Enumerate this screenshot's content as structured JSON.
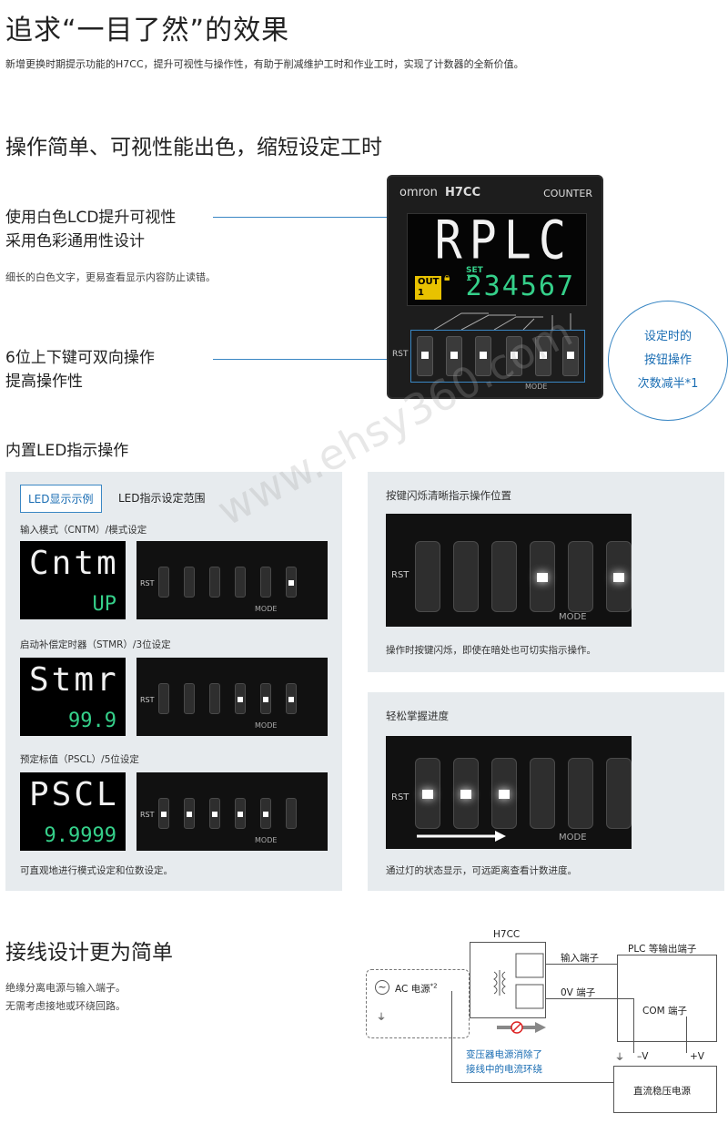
{
  "header": {
    "title": "追求“一目了然”的效果",
    "intro": "新增更换时期提示功能的H7CC，提升可视性与操作性，有助于削减维护工时和作业工时，实现了计数器的全新价值。"
  },
  "section1": {
    "title": "操作简单、可视性能出色，缩短设定工时",
    "feature1_line1": "使用白色LCD提升可视性",
    "feature1_line2": "采用色彩通用性设计",
    "feature1_note": "细长的白色文字，更易查看显示内容防止读错。",
    "feature2_line1": "6位上下键可双向操作",
    "feature2_line2": "提高操作性",
    "device": {
      "brand": "omron",
      "model": "H7CC",
      "label": "COUNTER",
      "display_main": "RPLC",
      "display_sub": "234567",
      "out_label": "OUT",
      "out_num": "1",
      "set_label": "SET",
      "set_num": "1",
      "rst": "RST",
      "mode": "MODE"
    },
    "callout_line1": "设定时的",
    "callout_line2": "按钮操作",
    "callout_line3": "次数减半*1"
  },
  "section2": {
    "title": "内置LED指示操作",
    "tab_active": "LED显示示例",
    "tab_inactive": "LED指示设定范围",
    "examples": [
      {
        "caption": "输入模式（CNTM）/模式设定",
        "big": "Cntm",
        "small": "UP"
      },
      {
        "caption": "启动补偿定时器（STMR）/3位设定",
        "big": "Stmr",
        "small": "99.9"
      },
      {
        "caption": "预定标值（PSCL）/5位设定",
        "big": "PSCL",
        "small": "9.9999"
      }
    ],
    "left_footer": "可直观地进行模式设定和位数设定。",
    "right_top_title": "按键闪烁清晰指示操作位置",
    "right_top_caption": "操作时按键闪烁，即使在暗处也可切实指示操作。",
    "right_bottom_title": "轻松掌握进度",
    "right_bottom_caption": "通过灯的状态显示，可远距离查看计数进度。",
    "rst": "RST",
    "mode": "MODE"
  },
  "section3": {
    "title": "接线设计更为简单",
    "text_line1": "绝缘分离电源与输入端子。",
    "text_line2": "无需考虑接地或环绕回路。",
    "diagram": {
      "h7cc": "H7CC",
      "plc": "PLC 等输出端子",
      "input_terminal": "输入端子",
      "ov_terminal": "0V 端子",
      "com_terminal": "COM 端子",
      "ac_power": "AC 电源",
      "ac_note": "*2",
      "minus_v": "–V",
      "plus_v": "+V",
      "dc_power": "直流稳压电源",
      "note_line1": "变压器电源消除了",
      "note_line2": "接线中的电流环绕"
    }
  },
  "watermark": "www.ehsy360.com"
}
